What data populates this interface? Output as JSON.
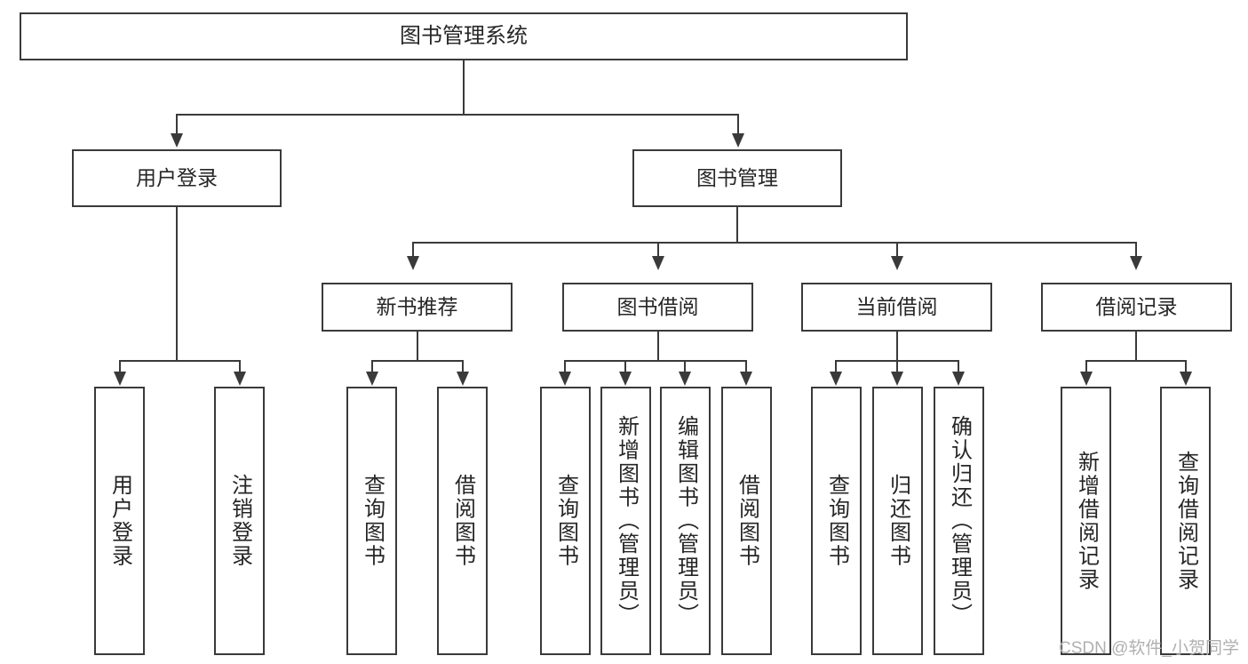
{
  "diagram": {
    "title": "图书管理系统",
    "type": "hierarchy-tree",
    "root": {
      "label": "图书管理系统"
    },
    "level2": [
      {
        "label": "用户登录"
      },
      {
        "label": "图书管理"
      }
    ],
    "level3": [
      {
        "label": "新书推荐"
      },
      {
        "label": "图书借阅"
      },
      {
        "label": "当前借阅"
      },
      {
        "label": "借阅记录"
      }
    ],
    "leaves": {
      "user_login": [
        {
          "label": "用户登录"
        },
        {
          "label": "注销登录"
        }
      ],
      "new_book_recommend": [
        {
          "label": "查询图书"
        },
        {
          "label": "借阅图书"
        }
      ],
      "book_borrow": [
        {
          "label": "查询图书"
        },
        {
          "label": "新增图书（管理员）"
        },
        {
          "label": "编辑图书（管理员）"
        },
        {
          "label": "借阅图书"
        }
      ],
      "current_borrow": [
        {
          "label": "查询图书"
        },
        {
          "label": "归还图书"
        },
        {
          "label": "确认归还（管理员）"
        }
      ],
      "borrow_record": [
        {
          "label": "新增借阅记录"
        },
        {
          "label": "查询借阅记录"
        }
      ]
    }
  },
  "watermark": {
    "text": "CSDN @软件_小贺同学"
  },
  "colors": {
    "stroke": "#3a3a3a",
    "text": "#262626",
    "background": "#ffffff",
    "watermark": "#b0b0b0"
  }
}
